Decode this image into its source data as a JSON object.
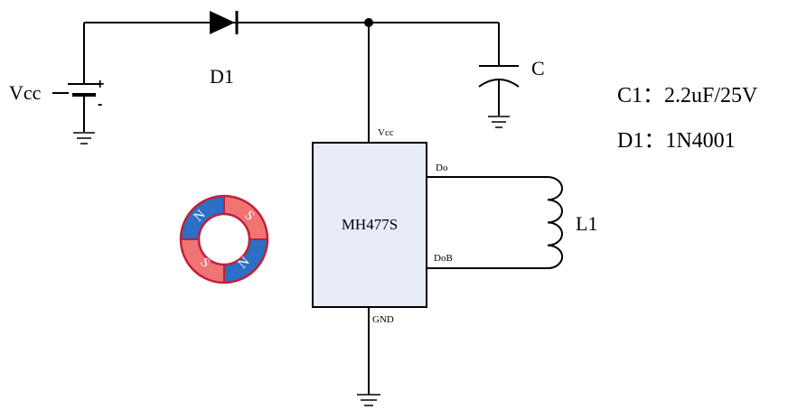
{
  "colors": {
    "wire": "#000000",
    "ic_fill": "#e8ecf8",
    "magnet_north": "#2c6fc4",
    "magnet_south": "#f07474",
    "magnet_outline": "#c0203a"
  },
  "source": {
    "label": "Vcc",
    "plus": "+",
    "minus": "-"
  },
  "diode": {
    "label": "D1"
  },
  "capacitor": {
    "label": "C"
  },
  "coil": {
    "label": "L1"
  },
  "ic": {
    "name": "MH477S",
    "pins": {
      "vcc": "Vcc",
      "do": "Do",
      "dob": "DoB",
      "gnd": "GND"
    }
  },
  "magnet": {
    "poles": [
      "N",
      "S",
      "S",
      "N"
    ]
  },
  "specs": [
    {
      "text": "C1：2.2uF/25V"
    },
    {
      "text": "D1：1N4001"
    }
  ]
}
